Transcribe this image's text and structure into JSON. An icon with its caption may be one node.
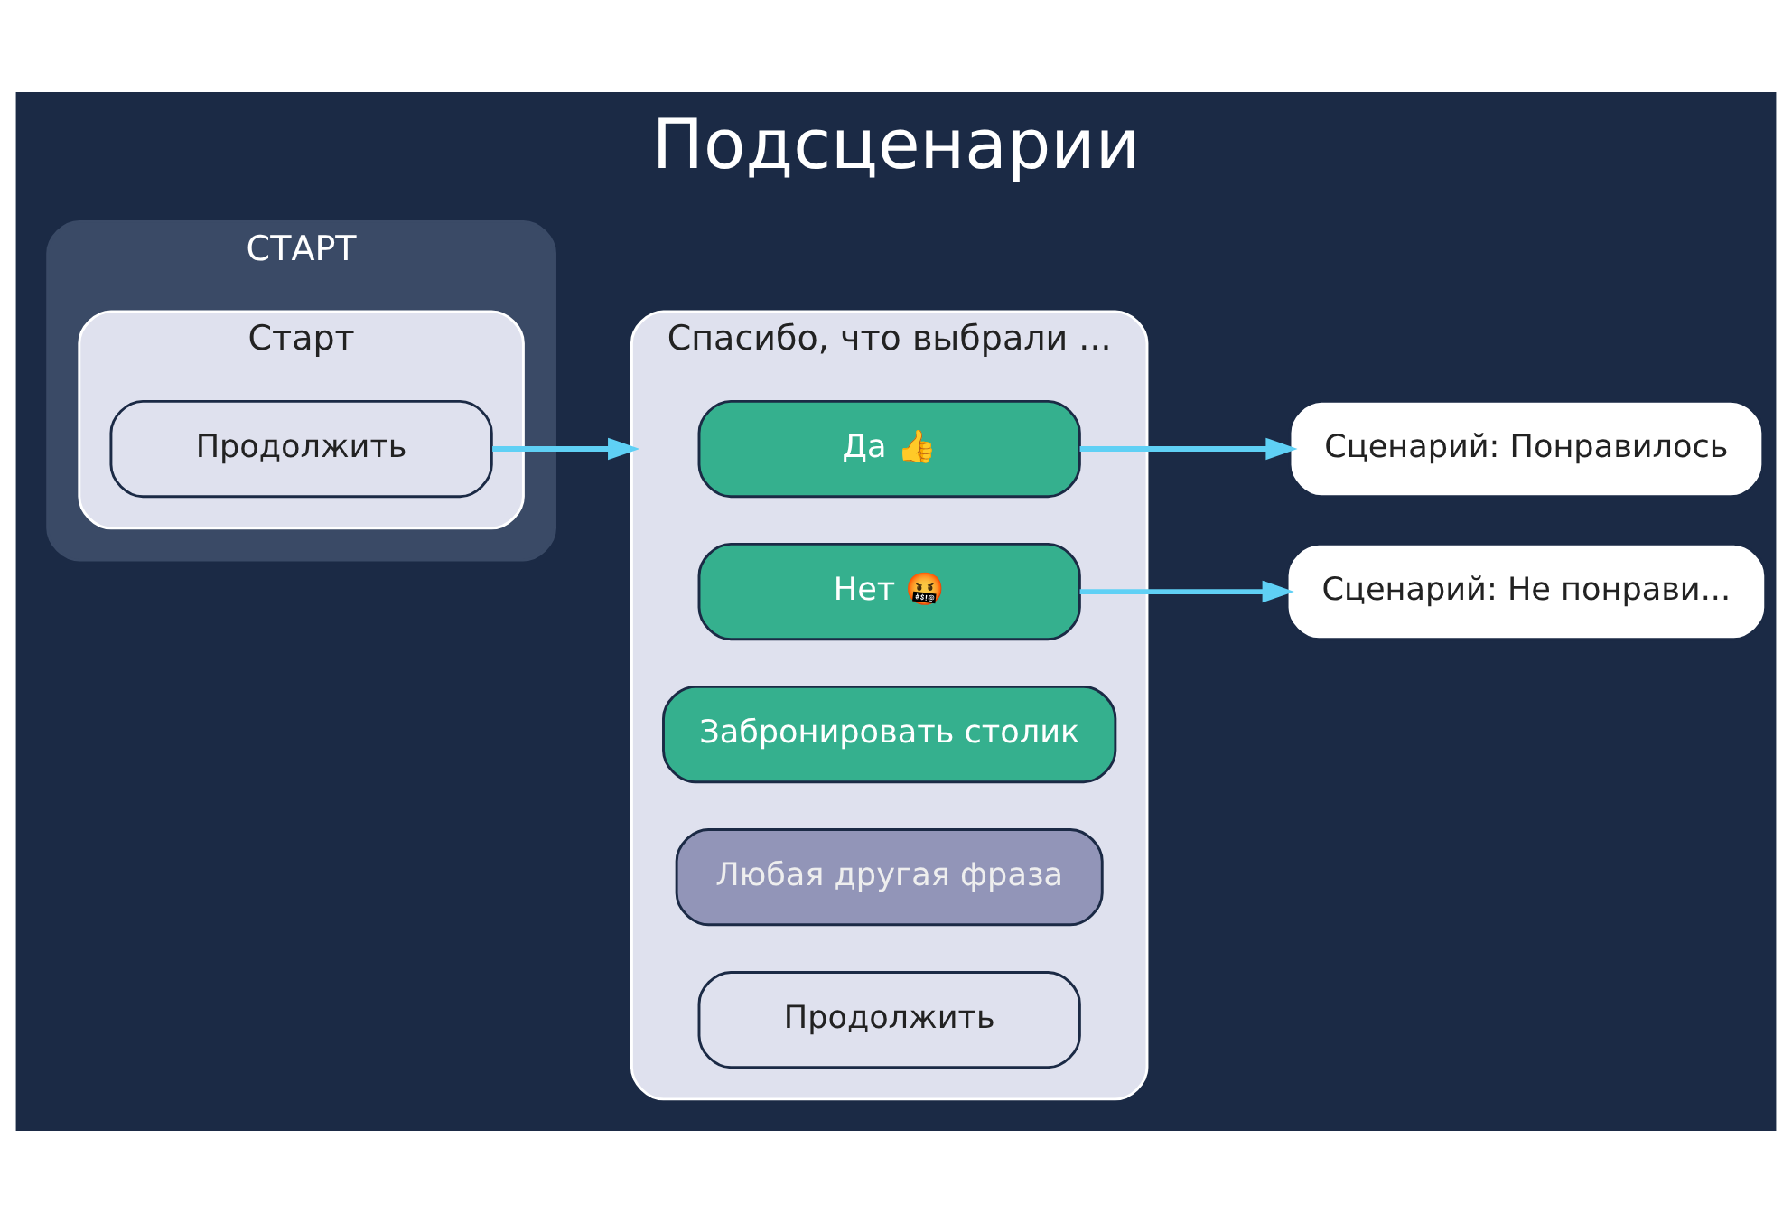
{
  "diagram": {
    "title": "Подсценарии",
    "nodes": [
      {
        "text": [
          "СТАРТ"
        ]
      },
      {
        "text": [
          "Старт"
        ],
        "in": 0
      },
      {
        "text": [
          "Продолжить"
        ],
        "in": 1
      },
      {
        "text": [
          "Спасибо, что выбрали ..."
        ]
      },
      {
        "text": [
          "Да 👍"
        ],
        "in": 3
      },
      {
        "text": [
          "Нет 🤬"
        ],
        "in": 3
      },
      {
        "text": [
          "Забронировать столик"
        ],
        "in": 3
      },
      {
        "text": [
          "Любая другая фраза"
        ],
        "in": 3
      },
      {
        "text": [
          "Продолжить"
        ],
        "in": 3
      },
      {
        "text": [
          "Сценарий: Понравилось"
        ]
      },
      {
        "text": [
          "Сценарий: Не понрави..."
        ]
      }
    ],
    "edges": [
      {
        "from": 2,
        "to": 3,
        "arrow": "to"
      },
      {
        "from": 4,
        "to": 9,
        "arrow": "to"
      },
      {
        "from": 5,
        "to": 10,
        "arrow": "to"
      }
    ]
  }
}
